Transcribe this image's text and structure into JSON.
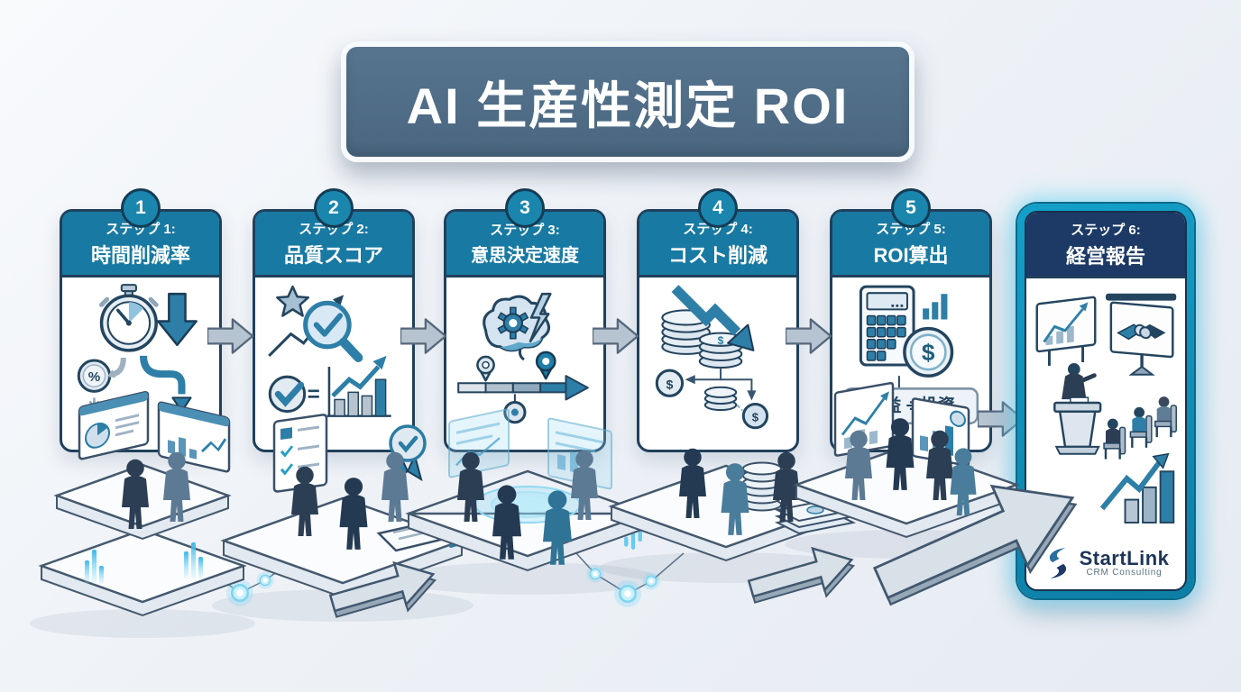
{
  "title": "AI 生産性測定 ROI",
  "steps": [
    {
      "number": "1",
      "step_label": "ステップ 1:",
      "metric": "時間削減率",
      "icons": [
        "stopwatch",
        "down-arrow",
        "percent-circle",
        "branch-arrows",
        "dashboard-screens"
      ]
    },
    {
      "number": "2",
      "step_label": "ステップ 2:",
      "metric": "品質スコア",
      "icons": [
        "star",
        "magnifier-check",
        "trend-arrow",
        "check-circle",
        "bar-chart"
      ]
    },
    {
      "number": "3",
      "step_label": "ステップ 3:",
      "metric": "意思決定速度",
      "icons": [
        "brain-gear",
        "lightning-bolt",
        "timeline-arrow",
        "location-pins"
      ]
    },
    {
      "number": "4",
      "step_label": "ステップ 4:",
      "metric": "コスト削減",
      "icons": [
        "coin-stacks",
        "decline-arrow",
        "cost-flow-diagram",
        "dollar-coins"
      ]
    },
    {
      "number": "5",
      "step_label": "ステップ 5:",
      "metric": "ROI算出",
      "formula": "利益 ÷ 投資",
      "icons": [
        "calculator",
        "dollar-coin",
        "mini-bar-chart",
        "formula-box"
      ]
    },
    {
      "number": "6",
      "step_label": "ステップ 6:",
      "metric": "経営報告",
      "icons": [
        "chart-board",
        "handshake-board",
        "podium-presenter",
        "audience",
        "growth-arrow",
        "3d-bar-chart"
      ]
    }
  ],
  "glyphs": {
    "percent": "%",
    "equals": "=",
    "dollar": "$"
  },
  "logo": {
    "name": "StartLink",
    "subtitle": "CRM Consulting"
  },
  "colors": {
    "title_bg": "#516f8b",
    "header_teal": "#1879a2",
    "header_navy": "#1d3a66",
    "card_border": "#20405c",
    "accent": "#2e7fa8",
    "frame_teal": "#0f8fb4",
    "glow_cyan": "#7fd4ef",
    "arrow_gray": "#b6c3d0",
    "background": "#eef1f6"
  }
}
